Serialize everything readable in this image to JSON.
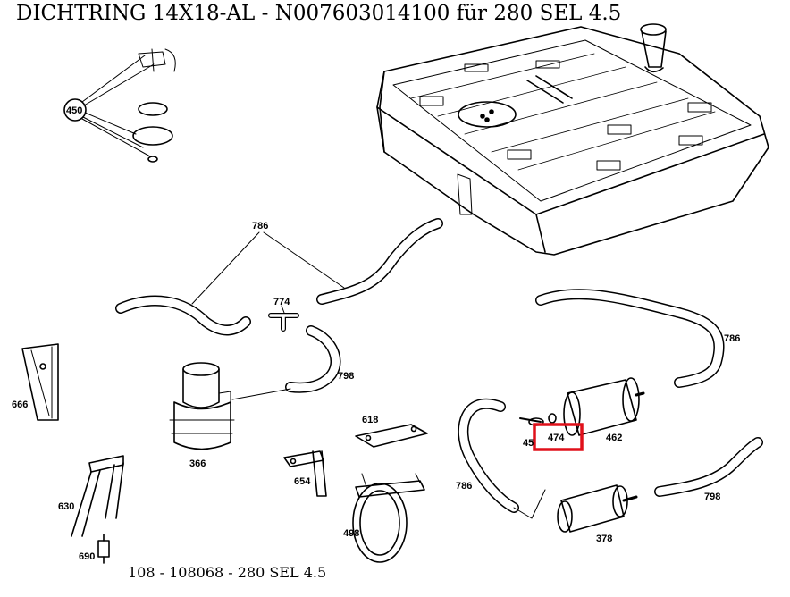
{
  "title": "DICHTRING 14X18-AL - N007603014100 für 280 SEL 4.5",
  "footer": "108 - 108068 - 280 SEL 4.5",
  "highlight_color": "#e0101a",
  "parts": {
    "p450": "450",
    "p786a": "786",
    "p774": "774",
    "p798a": "798",
    "p666": "666",
    "p366": "366",
    "p618": "618",
    "p654": "654",
    "p630": "630",
    "p690": "690",
    "p498": "498",
    "p786b": "786",
    "p786c": "786",
    "p45x": "45",
    "p474": "474",
    "p462": "462",
    "p378": "378",
    "p798b": "798"
  }
}
